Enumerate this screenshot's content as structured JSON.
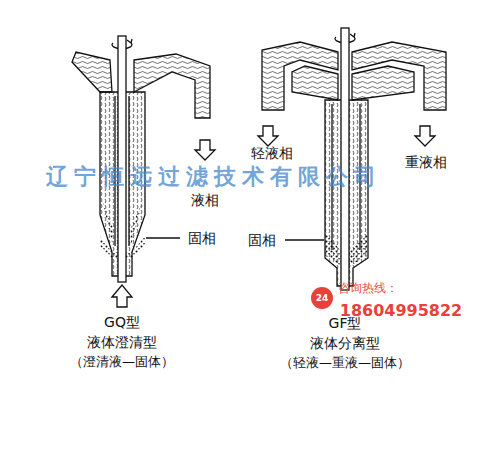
{
  "diagram": {
    "labels": [
      "液相",
      "固相",
      "GQ型",
      "液体澄清型",
      "（澄清液—固体）",
      "轻液相",
      "重液相",
      "固相",
      "GF型",
      "液体分离型",
      "（轻液—重液—固体）",
      "辽宁恒远过滤技术有限公司",
      "24",
      "咨询热线：",
      "18604995822"
    ]
  }
}
